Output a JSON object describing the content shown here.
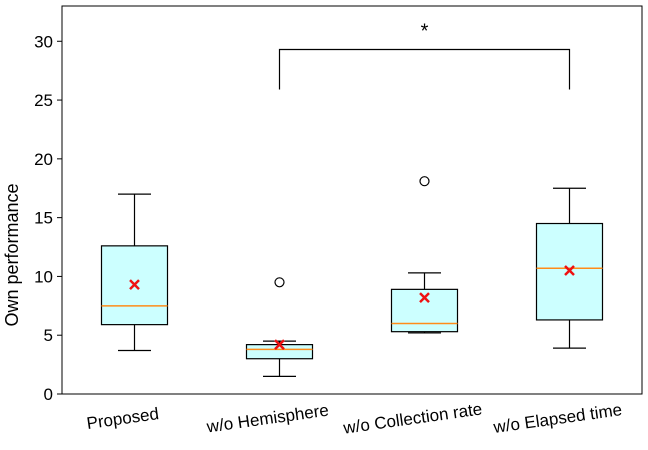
{
  "chart_data": {
    "type": "box",
    "ylabel": "Own performance",
    "xlabel": "",
    "ylim": [
      0,
      33
    ],
    "yticks": [
      0,
      5,
      10,
      15,
      20,
      25,
      30
    ],
    "grid": false,
    "colors": {
      "box_fill": "#ccffff",
      "median": "#ff8c1a",
      "mean_marker": "#ee1111",
      "lines": "#000000"
    },
    "categories": [
      "Proposed",
      "w/o Hemisphere",
      "w/o Collection rate",
      "w/o Elapsed time"
    ],
    "boxes": [
      {
        "whisker_low": 3.7,
        "q1": 5.9,
        "median": 7.5,
        "q3": 12.6,
        "whisker_high": 17.0,
        "mean": 9.3,
        "outliers": []
      },
      {
        "whisker_low": 1.5,
        "q1": 3.0,
        "median": 3.8,
        "q3": 4.2,
        "whisker_high": 4.5,
        "mean": 4.2,
        "outliers": [
          9.5
        ]
      },
      {
        "whisker_low": 5.2,
        "q1": 5.3,
        "median": 6.0,
        "q3": 8.9,
        "whisker_high": 10.3,
        "mean": 8.2,
        "outliers": [
          18.1
        ]
      },
      {
        "whisker_low": 3.9,
        "q1": 6.3,
        "median": 10.7,
        "q3": 14.5,
        "whisker_high": 17.5,
        "mean": 10.5,
        "outliers": []
      }
    ],
    "significance": [
      {
        "from": 1,
        "to": 3,
        "label": "*",
        "y": 29.3,
        "drop_to": 25.9
      }
    ]
  }
}
